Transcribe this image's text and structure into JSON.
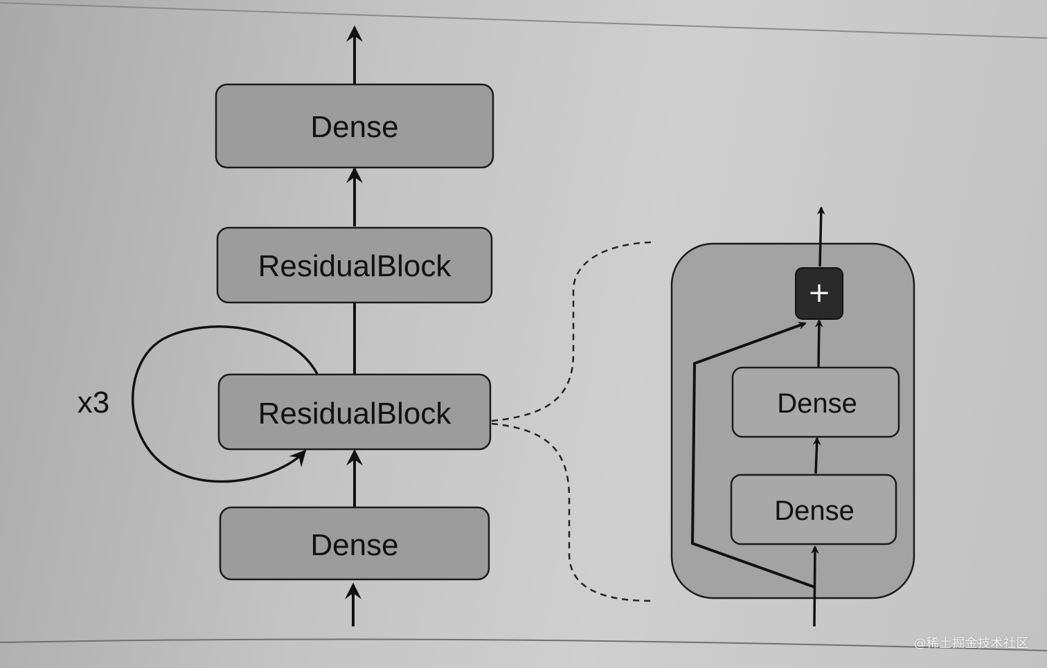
{
  "main_stack": {
    "top_dense": "Dense",
    "residual_block_upper": "ResidualBlock",
    "residual_block_lower": "ResidualBlock",
    "bottom_dense": "Dense",
    "repeat_label": "x3"
  },
  "detail": {
    "add_symbol": "+",
    "dense_upper": "Dense",
    "dense_lower": "Dense"
  },
  "watermark": "@稀土掘金技术社区",
  "colors": {
    "box_fill": "#9c9c9c",
    "detail_container_fill": "#a3a3a3",
    "add_node_fill": "#2a2a2a",
    "line": "#111111"
  }
}
